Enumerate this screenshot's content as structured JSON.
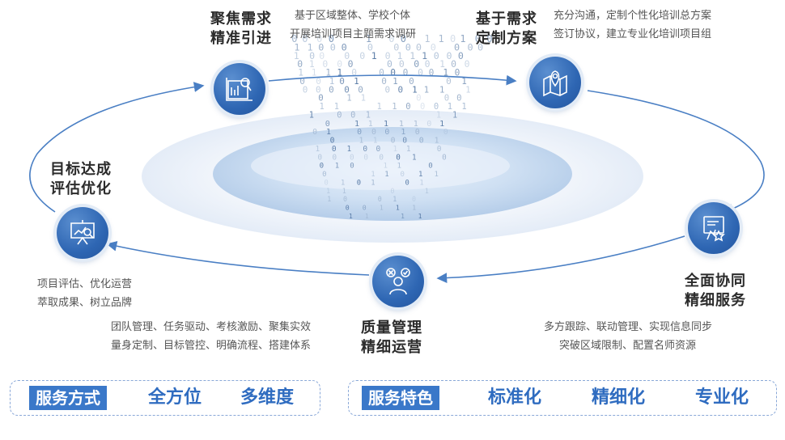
{
  "stages": [
    {
      "title_lines": [
        "聚焦需求",
        "精准引进"
      ],
      "desc_lines": [
        "基于区域整体、学校个体",
        "开展培训项目主题需求调研"
      ],
      "icon": "blueprint-icon"
    },
    {
      "title_lines": [
        "基于需求",
        "定制方案"
      ],
      "desc_lines": [
        "充分沟通，定制个性化培训总方案",
        "签订协议，建立专业化培训项目组"
      ],
      "icon": "map-pin-icon"
    },
    {
      "title_lines": [
        "全面协同",
        "精细服务"
      ],
      "desc_lines": [
        "多方跟踪、联动管理、实现信息同步",
        "突破区域限制、配置名师资源"
      ],
      "icon": "touch-screen-icon"
    },
    {
      "title_lines": [
        "质量管理",
        "精细运营"
      ],
      "desc_lines": [
        "团队管理、任务驱动、考核激励、聚集实效",
        "量身定制、目标管控、明确流程、搭建体系"
      ],
      "icon": "team-check-icon"
    },
    {
      "title_lines": [
        "目标达成",
        "评估优化"
      ],
      "desc_lines": [
        "项目评估、优化运营",
        "萃取成果、树立品牌"
      ],
      "icon": "presentation-analysis-icon"
    }
  ],
  "service_mode": {
    "label": "服务方式",
    "items": [
      "全方位",
      "多维度"
    ]
  },
  "service_features": {
    "label": "服务特色",
    "items": [
      "标准化",
      "精细化",
      "专业化"
    ]
  },
  "binary_digits": [
    "0",
    "1"
  ],
  "colors": {
    "primary": "#2e66b3",
    "accent": "#3a78c9",
    "ring": "#4a7fc4",
    "text": "#2b2b2b",
    "muted": "#555555"
  }
}
